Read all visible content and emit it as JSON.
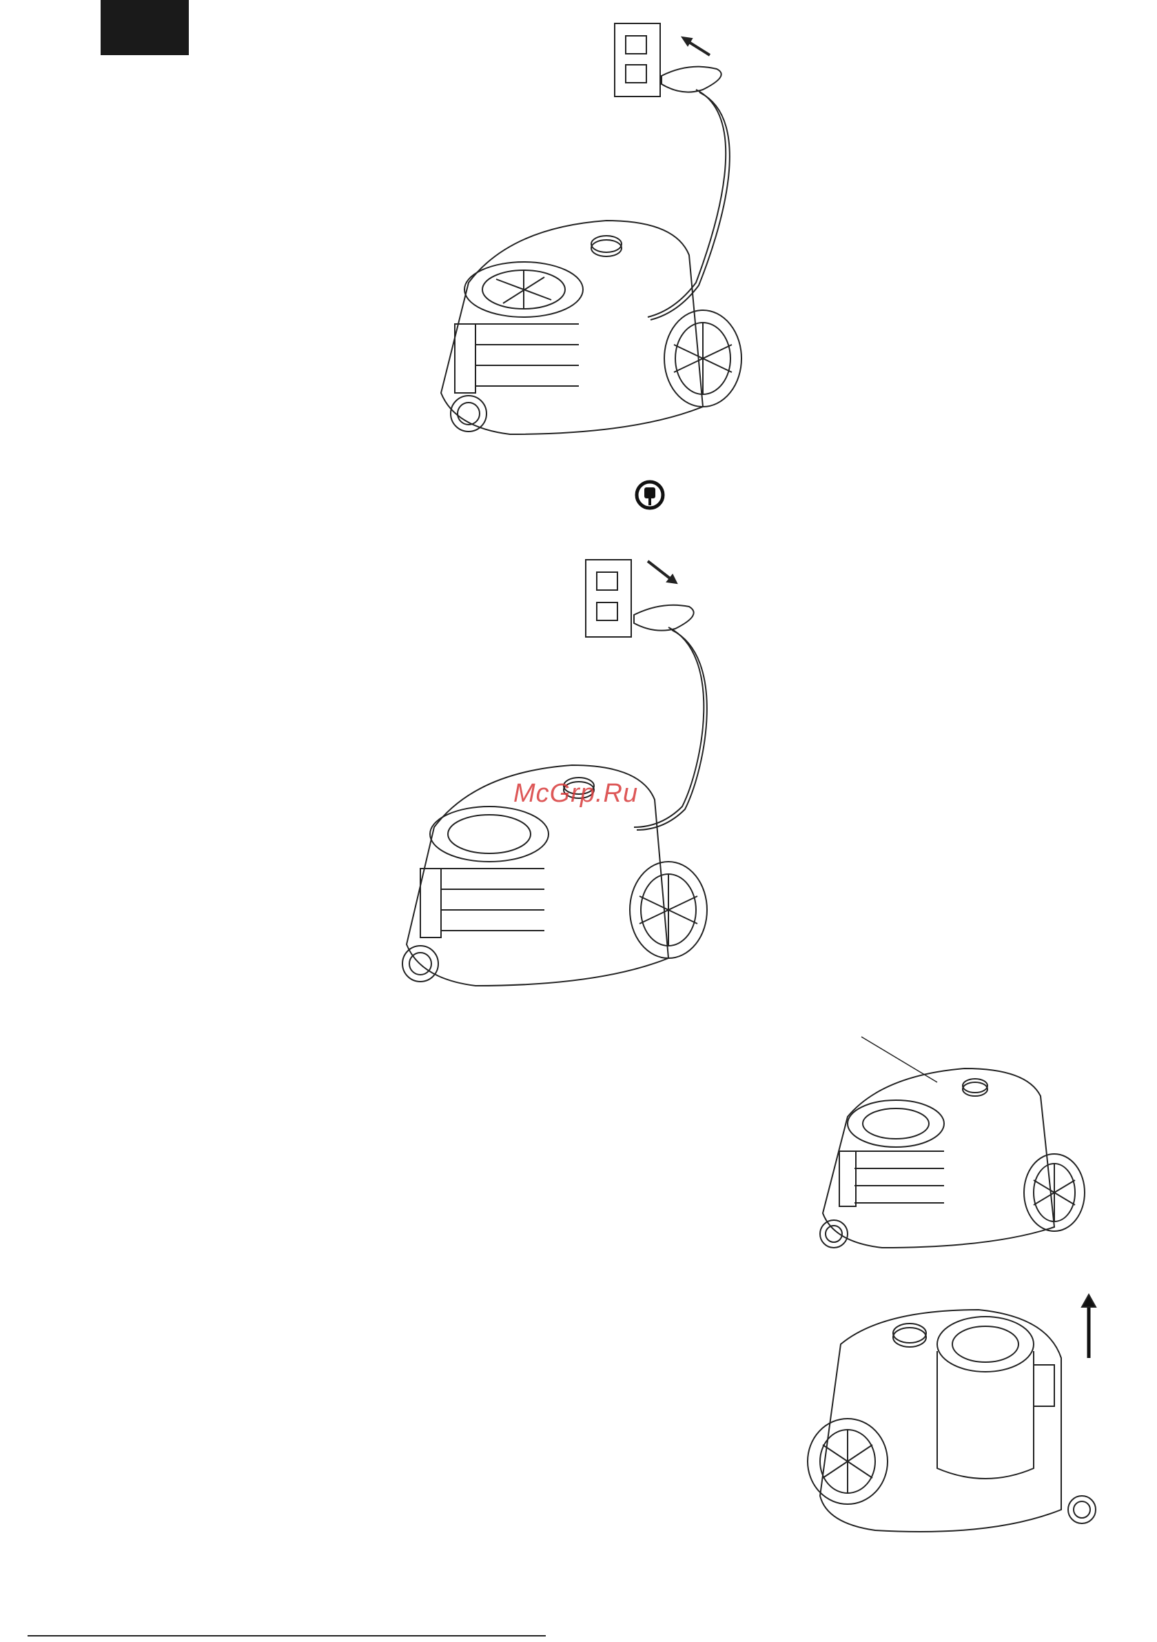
{
  "header": {
    "language_tab": ""
  },
  "figures": {
    "plug_in": {
      "icon": "plug-into-socket",
      "arrow": "arrow-up-left"
    },
    "cord_rewind_symbol": {
      "icon": "cord-rewind-icon"
    },
    "unplug": {
      "icon": "plug-out-of-socket",
      "arrow": "arrow-down-right"
    },
    "handle_callout": {
      "icon": "vacuum-with-pointer-line"
    },
    "lift_container": {
      "icon": "vacuum-rear-with-up-arrow",
      "arrow": "arrow-up"
    }
  },
  "watermark": "McGrp.Ru",
  "footer": {
    "page_number": ""
  },
  "colors": {
    "ink": "#1a1a1a",
    "paper": "#ffffff",
    "watermark": "#d83a3a"
  }
}
